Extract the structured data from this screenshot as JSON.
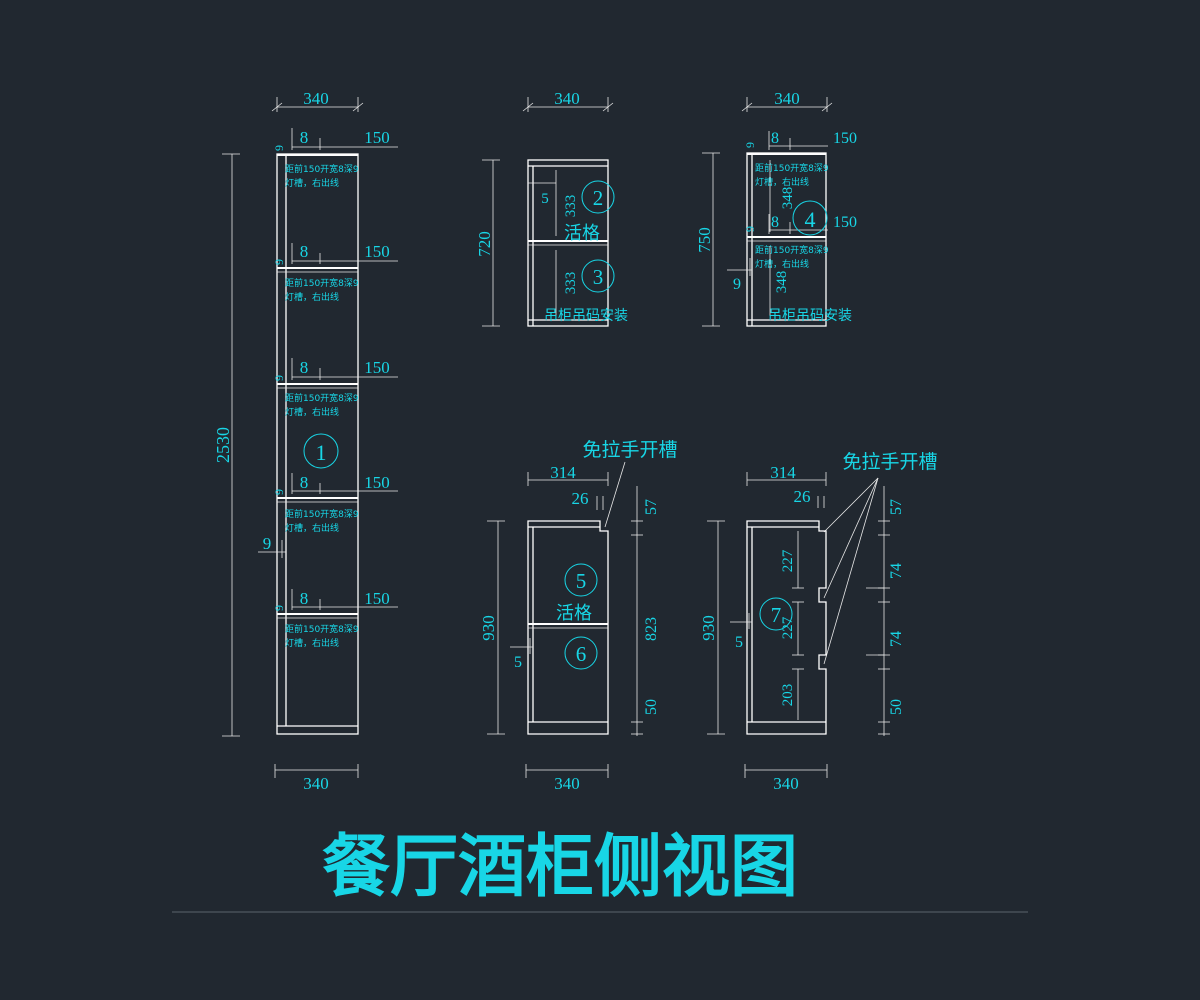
{
  "title": "餐厅酒柜侧视图",
  "cabinet1": {
    "width_top": "340",
    "width_bottom": "340",
    "height": "2530",
    "gap": "9",
    "shelf_9": "9",
    "shelf_8": "8",
    "shelf_150": "150",
    "note_line1": "距前150开宽8深9",
    "note_line2": "灯槽，右出线",
    "marker": "1"
  },
  "cabinet2": {
    "width": "340",
    "height": "720",
    "offset": "5",
    "upper_height": "333",
    "lower_height": "333",
    "marker_upper": "2",
    "marker_lower": "3",
    "shelf_label": "活格",
    "install_note": "吊柜吊码安装"
  },
  "cabinet3": {
    "width": "340",
    "height": "750",
    "shelf_9": "9",
    "shelf_8": "8",
    "shelf_150": "150",
    "upper_height": "348",
    "lower_height": "348",
    "gap": "9",
    "note_line1": "距前150开宽8深9",
    "note_line2": "灯槽，右出线",
    "marker": "4",
    "install_note": "吊柜吊码安装"
  },
  "cabinet4": {
    "callout": "免拉手开槽",
    "top_width": "314",
    "groove": "26",
    "height": "930",
    "offset": "5",
    "right_top": "57",
    "right_mid": "823",
    "right_bottom": "50",
    "marker_upper": "5",
    "marker_lower": "6",
    "shelf_label": "活格",
    "width_bottom": "340"
  },
  "cabinet5": {
    "callout": "免拉手开槽",
    "top_width": "314",
    "groove": "26",
    "height": "930",
    "offset": "5",
    "inner_1": "227",
    "inner_2": "227",
    "inner_3": "203",
    "right_top": "57",
    "right_mid1": "74",
    "right_mid2": "74",
    "right_bottom": "50",
    "marker": "7",
    "width_bottom": "340"
  }
}
